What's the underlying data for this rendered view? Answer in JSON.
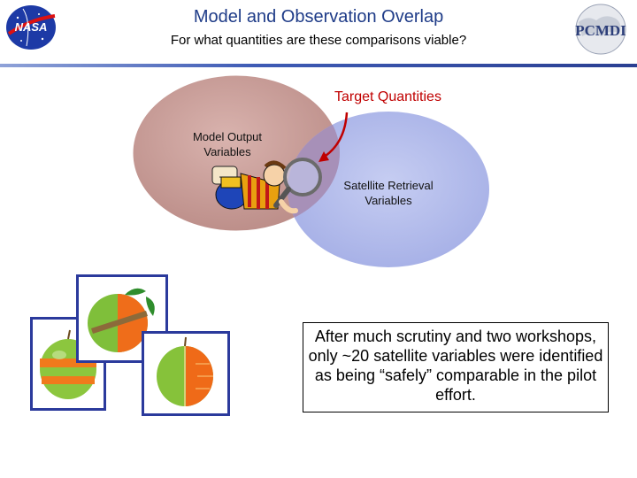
{
  "header": {
    "title": "Model and Observation Overlap",
    "subtitle": "For what quantities are these comparisons viable?",
    "left_logo_text": "NASA",
    "right_logo_text": "PCMDI"
  },
  "diagram": {
    "target_label": "Target Quantities",
    "model_label": "Model Output Variables",
    "satellite_label": "Satellite Retrieval Variables",
    "colors": {
      "model_circle": "#c9a09c",
      "satellite_circle": "#b3bcec",
      "target_text": "#c00000",
      "arrow": "#c00000"
    }
  },
  "callout": {
    "text": "After much scrutiny and two workshops, only ~20 satellite variables were identified as being “safely” comparable in the pilot effort."
  },
  "images": {
    "icons": [
      "magnifier-cartoon-icon",
      "apple-orange-photo"
    ]
  }
}
